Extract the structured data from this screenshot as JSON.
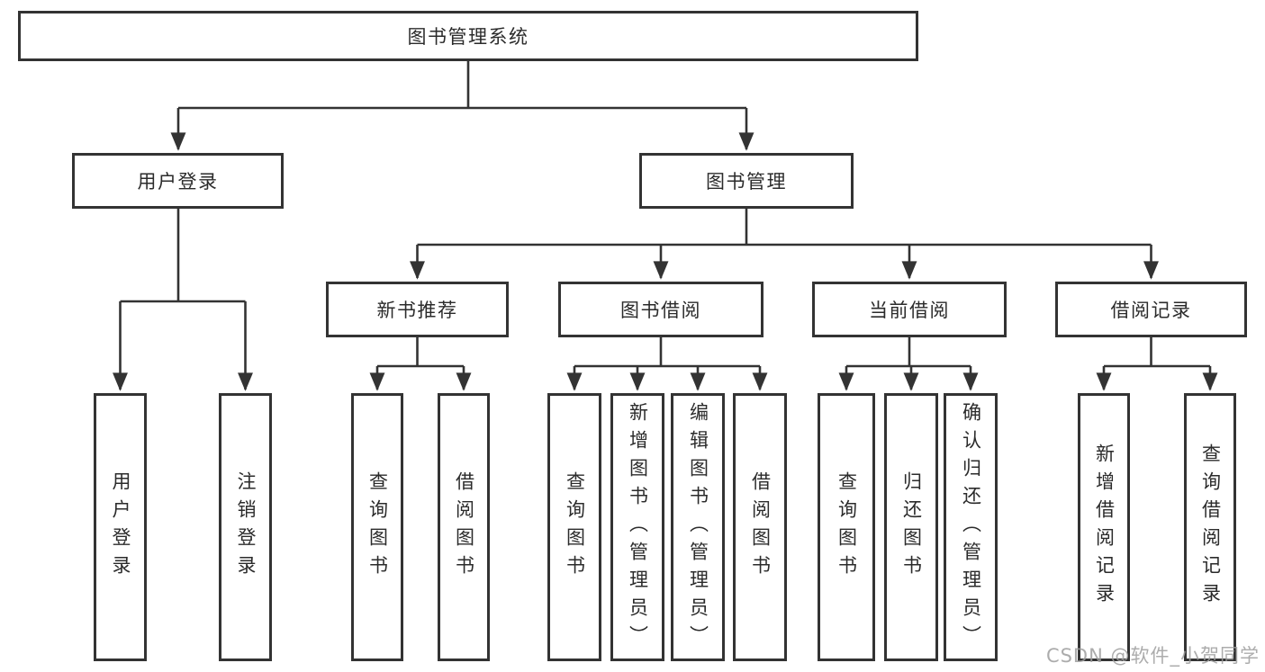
{
  "root": {
    "label": "图书管理系统"
  },
  "level2": {
    "user_login": {
      "label": "用户登录"
    },
    "book_management": {
      "label": "图书管理"
    }
  },
  "level3": {
    "new_book_recommend": {
      "label": "新书推荐"
    },
    "book_borrow": {
      "label": "图书借阅"
    },
    "current_borrow": {
      "label": "当前借阅"
    },
    "borrow_records": {
      "label": "借阅记录"
    }
  },
  "leaves": {
    "user_login": "用户登录",
    "logout": "注销登录",
    "recommend_query_books": "查询图书",
    "recommend_borrow_books": "借阅图书",
    "borrow_query_books": "查询图书",
    "borrow_add_books_admin": "新增图书（管理员）",
    "borrow_edit_books_admin": "编辑图书（管理员）",
    "borrow_borrow_books": "借阅图书",
    "current_query_books": "查询图书",
    "current_return_books": "归还图书",
    "current_confirm_return_admin": "确认归还（管理员）",
    "records_add_record": "新增借阅记录",
    "records_query_record": "查询借阅记录"
  },
  "watermark": "CSDN @软件_小贺同学",
  "colors": {
    "line": "#333333",
    "box_border": "#333333",
    "text": "#2b2b2b",
    "background": "#ffffff",
    "watermark": "#9e9e9e"
  }
}
